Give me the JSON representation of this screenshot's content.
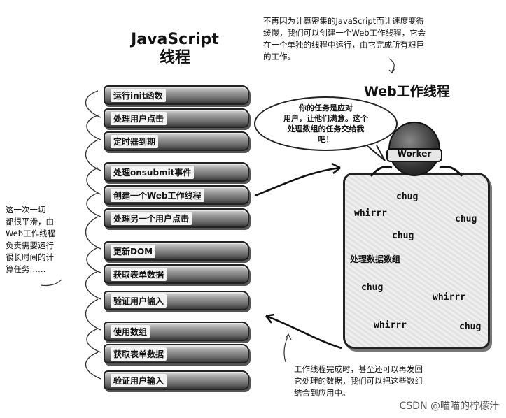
{
  "main_thread": {
    "title_line1": "JavaScript",
    "title_line2": "线程",
    "tasks": [
      "运行init函数",
      "处理用户点击",
      "定时器到期",
      "处理onsubmit事件",
      "创建一个Web工作线程",
      "处理另一个用户点击",
      "更新DOM",
      "获取表单数据",
      "验证用户输入",
      "使用数组",
      "获取表单数据",
      "验证用户输入"
    ]
  },
  "notes": {
    "top_right": [
      "不再因为计算密集的JavaScript而让速度变得",
      "缓慢，我们可以创建一个Web工作线程，它会",
      "在一个单独的线程中运行，由它完成所有艰巨",
      "的工作。"
    ],
    "left": [
      "这一次一切",
      "都很平滑，由",
      "Web工作线程",
      "负责需要运行",
      "很长时间的计",
      "算任务……"
    ],
    "bottom_right": [
      "工作线程完成时，甚至还可以再发回",
      "它处理的数据，我们可以把这些数组",
      "结合到应用中。"
    ]
  },
  "worker": {
    "title": "Web工作线程",
    "helmet_label": "Worker",
    "speech": [
      "你的任务是应对",
      "用户，让他们满意。这个",
      "处理数组的任务交给我",
      "吧！"
    ],
    "task_label": "处理数据数组",
    "sounds": [
      "chug",
      "whirrr",
      "chug",
      "chug",
      "chug",
      "whirrr",
      "whirrr",
      "chug"
    ]
  },
  "watermark": "CSDN @喵喵的柠檬汁"
}
